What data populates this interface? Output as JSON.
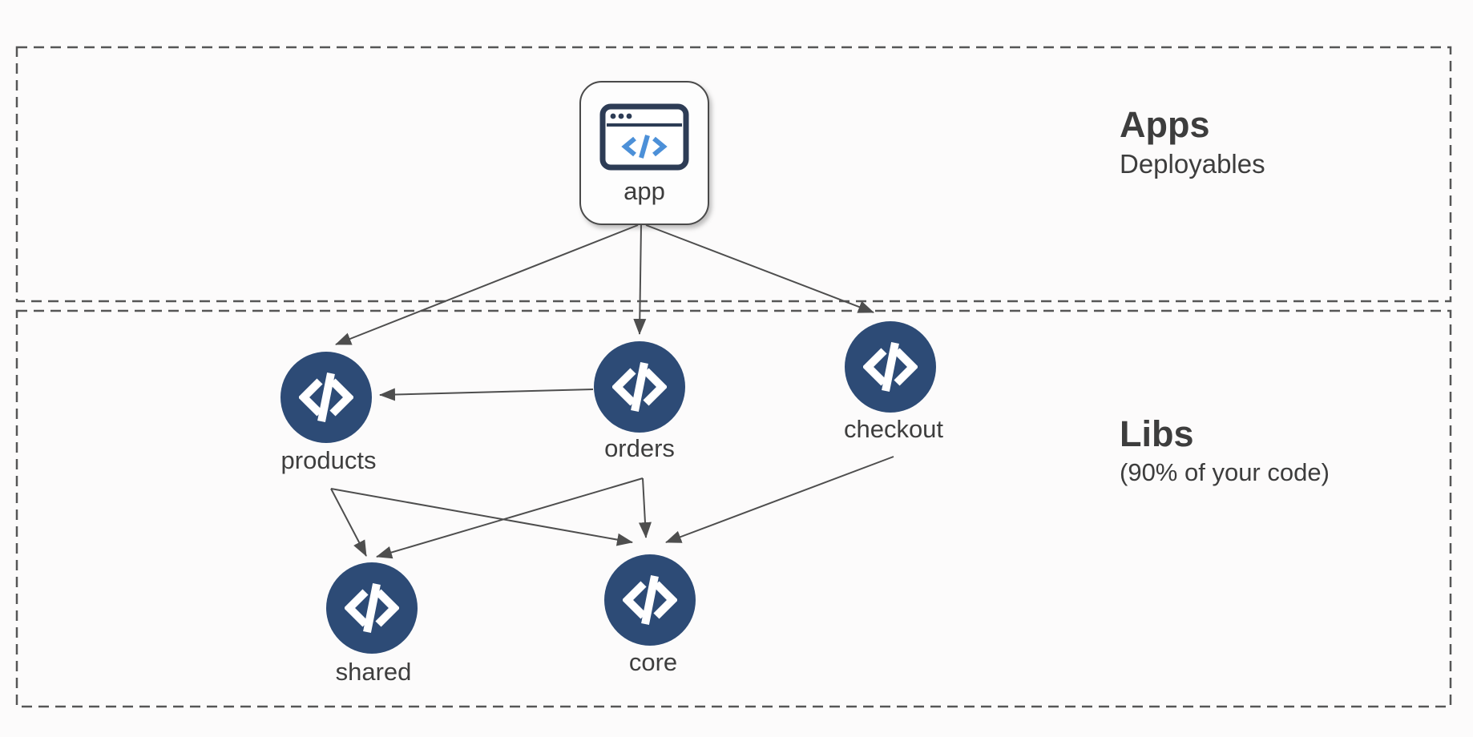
{
  "diagram": {
    "zones": {
      "apps": {
        "title": "Apps",
        "subtitle": "Deployables"
      },
      "libs": {
        "title": "Libs",
        "subtitle": "(90% of your code)"
      }
    },
    "nodes": {
      "app": {
        "label": "app",
        "icon": "browser-code-icon"
      },
      "products": {
        "label": "products",
        "icon": "code-icon"
      },
      "orders": {
        "label": "orders",
        "icon": "code-icon"
      },
      "checkout": {
        "label": "checkout",
        "icon": "code-icon"
      },
      "shared": {
        "label": "shared",
        "icon": "code-icon"
      },
      "core": {
        "label": "core",
        "icon": "code-icon"
      }
    },
    "edges": [
      {
        "from": "app",
        "to": "products"
      },
      {
        "from": "app",
        "to": "orders"
      },
      {
        "from": "app",
        "to": "checkout"
      },
      {
        "from": "orders",
        "to": "products"
      },
      {
        "from": "products",
        "to": "shared"
      },
      {
        "from": "products",
        "to": "core"
      },
      {
        "from": "orders",
        "to": "shared"
      },
      {
        "from": "orders",
        "to": "core"
      },
      {
        "from": "checkout",
        "to": "core"
      }
    ],
    "colors": {
      "node_fill": "#2d4b76",
      "icon_frame": "#2d3c55",
      "icon_accent": "#4c90d8",
      "arrow": "#4e4e4e",
      "dashed_border": "#565656",
      "text": "#3d3d3d",
      "background": "#fcfbfb"
    }
  }
}
